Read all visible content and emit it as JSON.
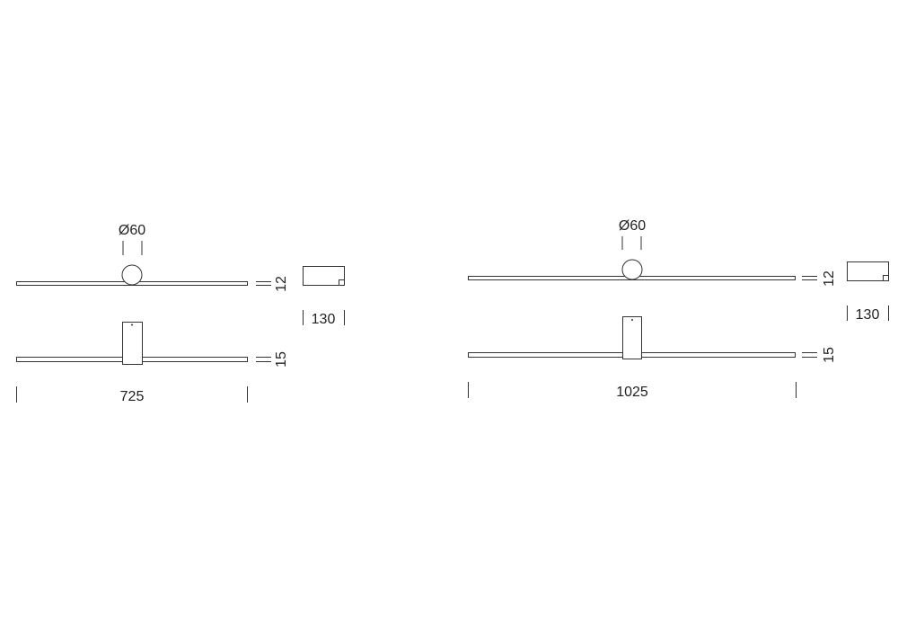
{
  "drawings": [
    {
      "name": "725",
      "diameter_label": "Ø60",
      "top_height_label": "12",
      "bottom_height_label": "15",
      "depth_label": "130",
      "length_label": "725"
    },
    {
      "name": "1025",
      "diameter_label": "Ø60",
      "top_height_label": "12",
      "bottom_height_label": "15",
      "depth_label": "130",
      "length_label": "1025"
    }
  ]
}
